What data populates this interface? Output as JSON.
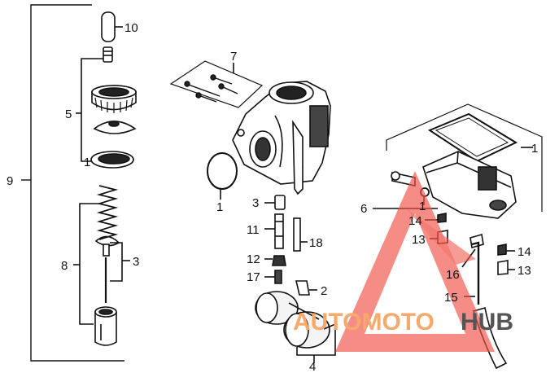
{
  "callouts": {
    "c1a": "1",
    "c1b": "1",
    "c1c": "1",
    "c1d": "1",
    "c2": "2",
    "c3a": "3",
    "c3b": "3",
    "c4": "4",
    "c5": "5",
    "c6": "6",
    "c7": "7",
    "c8": "8",
    "c9": "9",
    "c10": "10",
    "c11": "11",
    "c12": "12",
    "c13a": "13",
    "c13b": "13",
    "c14a": "14",
    "c14b": "14",
    "c15": "15",
    "c16": "16",
    "c17": "17",
    "c18": "18"
  },
  "watermark": {
    "word1": "AUTOMOTO",
    "word2": "HUB",
    "accent_color": "#f0534a",
    "word1_color": "#f5a96b",
    "word2_color": "#555555"
  }
}
